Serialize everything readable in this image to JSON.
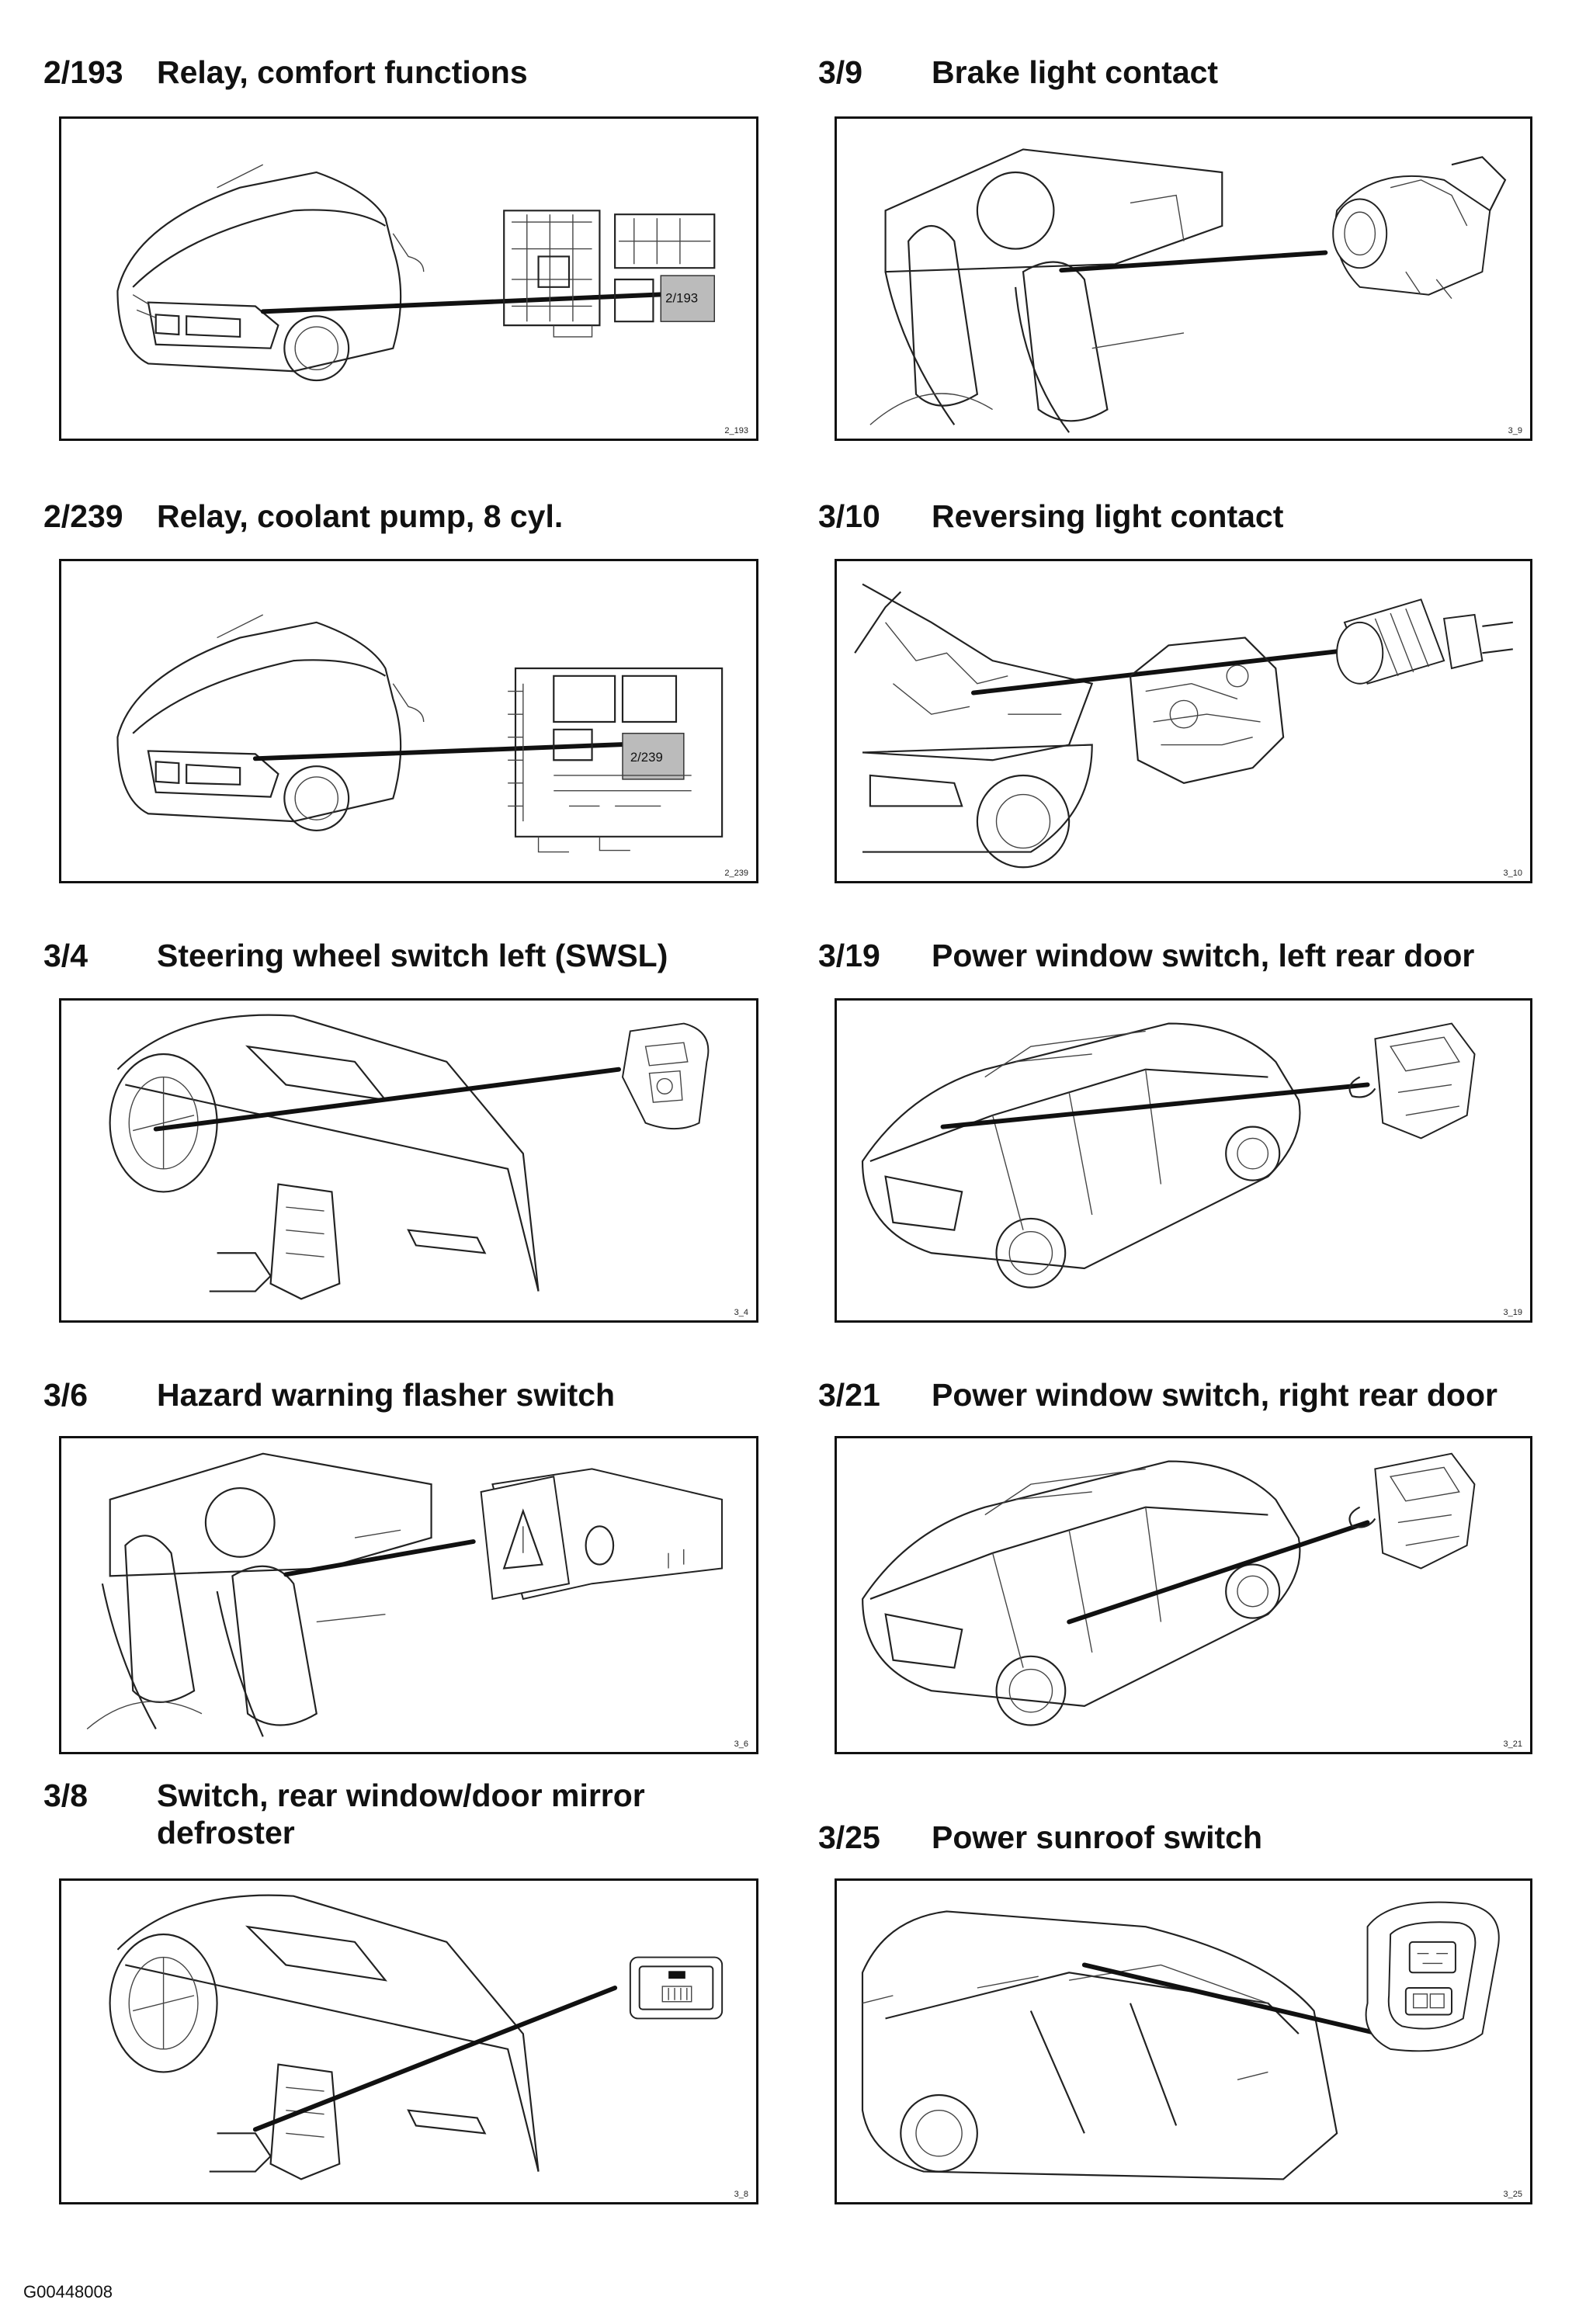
{
  "components": [
    {
      "code": "2/193",
      "title": "Relay, comfort functions",
      "tag": "2_193"
    },
    {
      "code": "3/9",
      "title": "Brake light contact",
      "tag": "3_9"
    },
    {
      "code": "2/239",
      "title": "Relay, coolant pump, 8 cyl.",
      "tag": "2_239"
    },
    {
      "code": "3/10",
      "title": "Reversing light contact",
      "tag": "3_10"
    },
    {
      "code": "3/4",
      "title": "Steering wheel switch left (SWSL)",
      "tag": "3_4"
    },
    {
      "code": "3/19",
      "title": "Power window switch, left rear door",
      "tag": "3_19"
    },
    {
      "code": "3/6",
      "title": "Hazard warning flasher switch",
      "tag": "3_6"
    },
    {
      "code": "3/21",
      "title": "Power window switch, right rear door",
      "tag": "3_21"
    },
    {
      "code": "3/8",
      "title_line1": "Switch, rear window/door mirror",
      "title_line2": "defroster",
      "tag": "3_8"
    },
    {
      "code": "3/25",
      "title": "Power sunroof switch",
      "tag": "3_25"
    }
  ],
  "fuse_labels": {
    "relay_193": "2/193",
    "relay_239": "2/239"
  },
  "figure_id": "G00448008"
}
